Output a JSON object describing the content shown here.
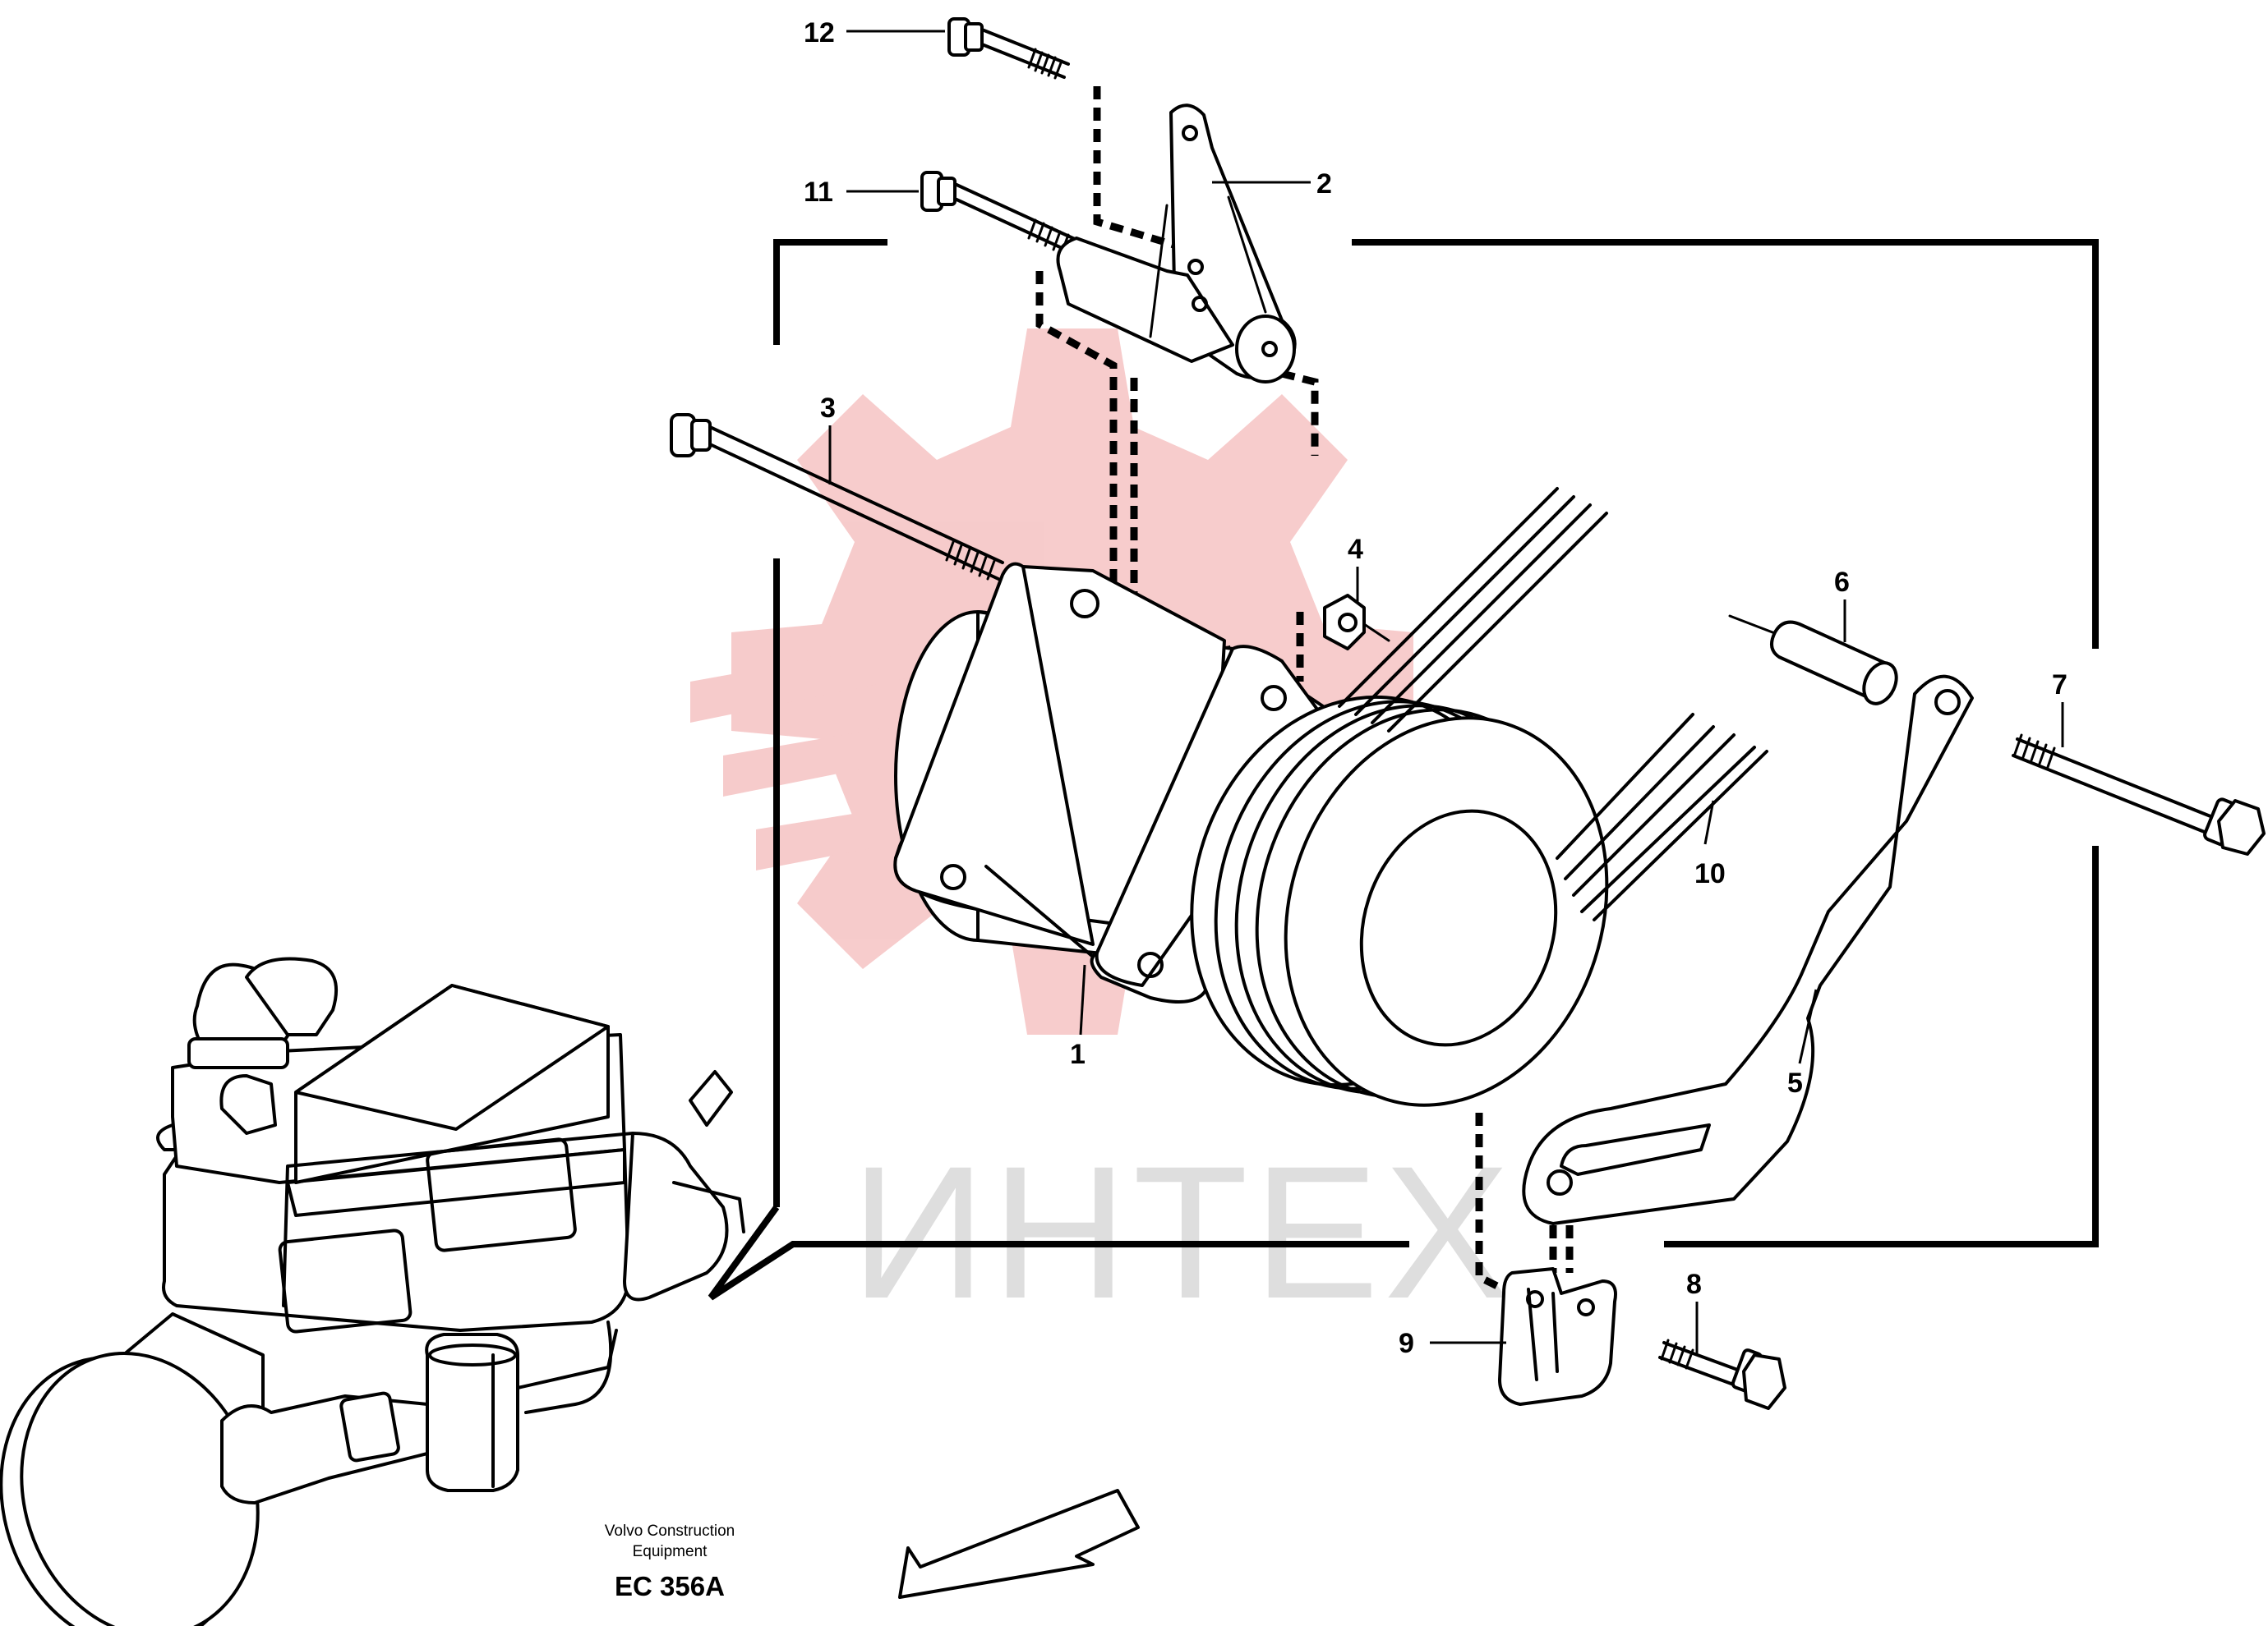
{
  "watermark": {
    "text": "ИНТЕХ",
    "logo_color": "#f6c6c6",
    "text_color": "#dedede"
  },
  "callouts": [
    {
      "id": "1",
      "label": "1"
    },
    {
      "id": "2",
      "label": "2"
    },
    {
      "id": "3",
      "label": "3"
    },
    {
      "id": "4",
      "label": "4"
    },
    {
      "id": "5",
      "label": "5"
    },
    {
      "id": "6",
      "label": "6"
    },
    {
      "id": "7",
      "label": "7"
    },
    {
      "id": "8",
      "label": "8"
    },
    {
      "id": "9",
      "label": "9"
    },
    {
      "id": "10",
      "label": "10"
    },
    {
      "id": "11",
      "label": "11"
    },
    {
      "id": "12",
      "label": "12"
    }
  ],
  "caption": {
    "line1": "Volvo Construction",
    "line2": "Equipment",
    "code": "EC 356A"
  },
  "icons": {
    "direction": "front-direction-arrow-icon",
    "engine": "engine-overview-icon"
  }
}
